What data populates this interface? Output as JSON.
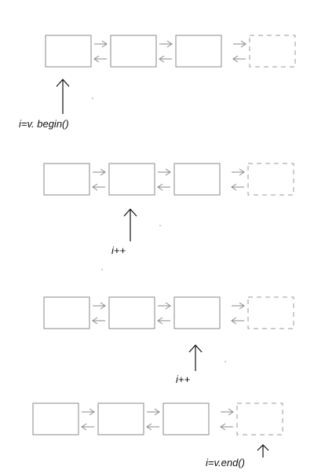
{
  "diagram": {
    "title": "",
    "stages": [
      {
        "pointer_label": "i=v. begin()",
        "points_to": "node-1"
      },
      {
        "pointer_label": "i++",
        "points_to": "node-2"
      },
      {
        "pointer_label": "i++",
        "points_to": "node-3"
      },
      {
        "pointer_label": "i=v.end()",
        "points_to": "end-node"
      }
    ],
    "list": {
      "real_nodes": 3,
      "has_end_sentinel": true,
      "link_style": "bidirectional"
    },
    "colors": {
      "node_stroke": "#8a8a8a",
      "end_stroke": "#9a9a9a",
      "pointer": "#111111",
      "label": "#111111"
    }
  }
}
